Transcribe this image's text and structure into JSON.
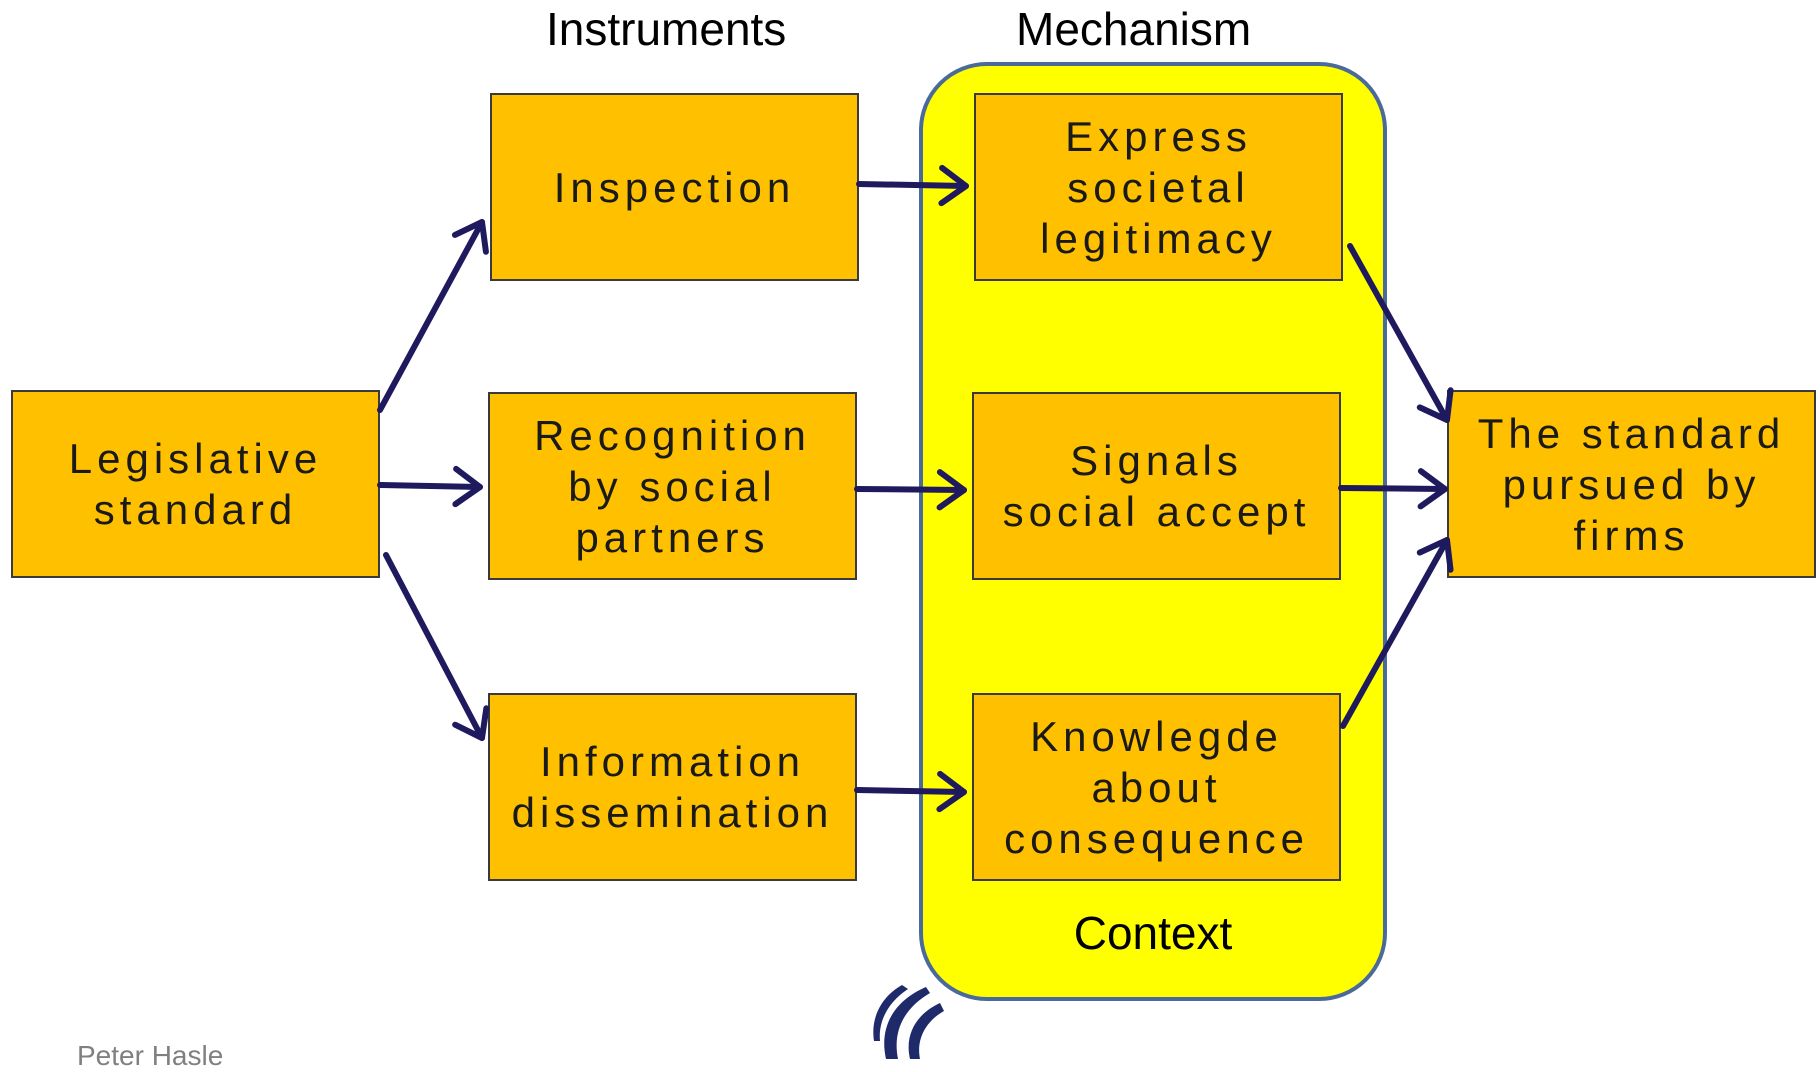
{
  "headers": {
    "instruments": "Instruments",
    "mechanism": "Mechanism"
  },
  "context": {
    "label": "Context",
    "fill_color": "#ffff00",
    "border_color": "#4a6b9a"
  },
  "nodes": {
    "legislative": "Legislative\nstandard",
    "inspection": "Inspection",
    "recognition": "Recognition\nby social\npartners",
    "information": "Information\ndissemination",
    "express": "Express\nsocietal\nlegitimacy",
    "signals": "Signals\nsocial accept",
    "knowledge": "Knowlegde\nabout\nconsequence",
    "result": "The standard\npursued by\nfirms"
  },
  "node_color": "#ffc000",
  "arrow_color": "#1f1a5e",
  "edges": [
    {
      "from": "legislative",
      "to": "inspection"
    },
    {
      "from": "legislative",
      "to": "recognition"
    },
    {
      "from": "legislative",
      "to": "information"
    },
    {
      "from": "inspection",
      "to": "express"
    },
    {
      "from": "recognition",
      "to": "signals"
    },
    {
      "from": "information",
      "to": "knowledge"
    },
    {
      "from": "express",
      "to": "result"
    },
    {
      "from": "signals",
      "to": "result"
    },
    {
      "from": "knowledge",
      "to": "result"
    }
  ],
  "footer": {
    "author": "Peter Hasle",
    "logo_icon": "university-logo-icon"
  }
}
